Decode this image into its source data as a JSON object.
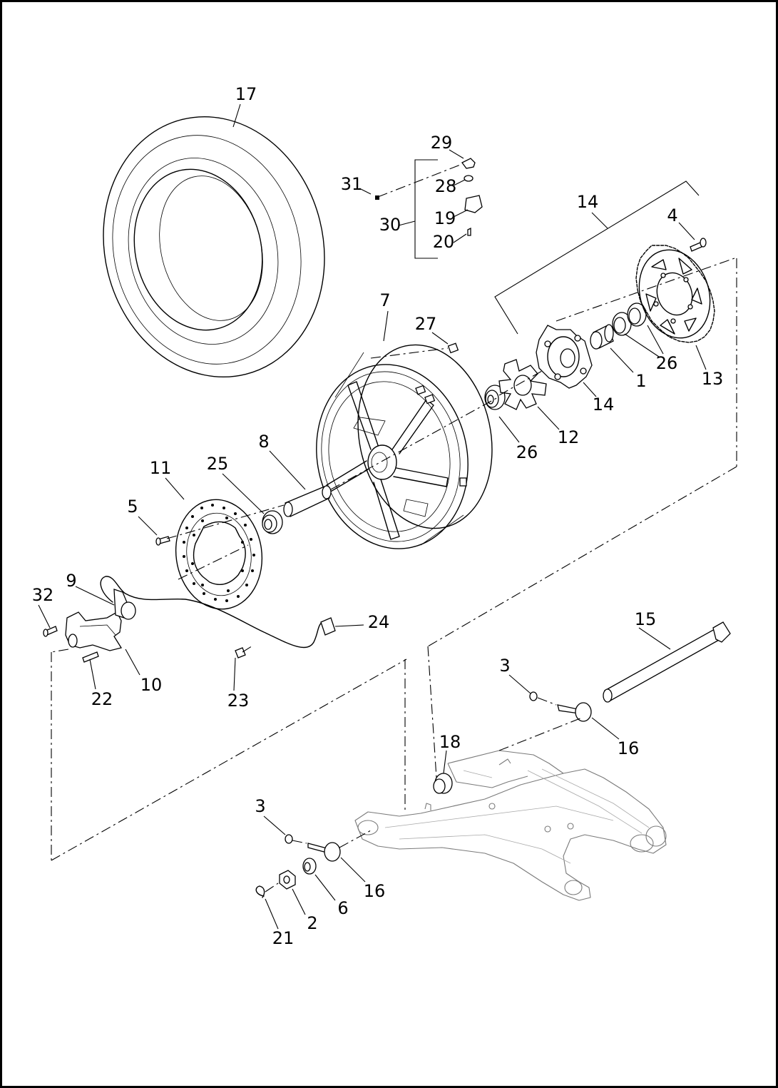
{
  "diagram": {
    "callouts": {
      "c17": "17",
      "c29": "29",
      "c31": "31",
      "c28": "28",
      "c30": "30",
      "c19": "19",
      "c20": "20",
      "c14a": "14",
      "c4": "4",
      "c7": "7",
      "c27": "27",
      "c26a": "26",
      "c1": "1",
      "c13": "13",
      "c14b": "14",
      "c12": "12",
      "c26b": "26",
      "c8": "8",
      "c11": "11",
      "c25": "25",
      "c5": "5",
      "c9": "9",
      "c32": "32",
      "c24": "24",
      "c10": "10",
      "c22": "22",
      "c23": "23",
      "c15": "15",
      "c3a": "3",
      "c16a": "16",
      "c18": "18",
      "c3b": "3",
      "c16b": "16",
      "c6": "6",
      "c2": "2",
      "c21": "21"
    },
    "colors": {
      "ink": "#000000",
      "swingarm": "#7a7a7a",
      "background": "#ffffff"
    }
  }
}
